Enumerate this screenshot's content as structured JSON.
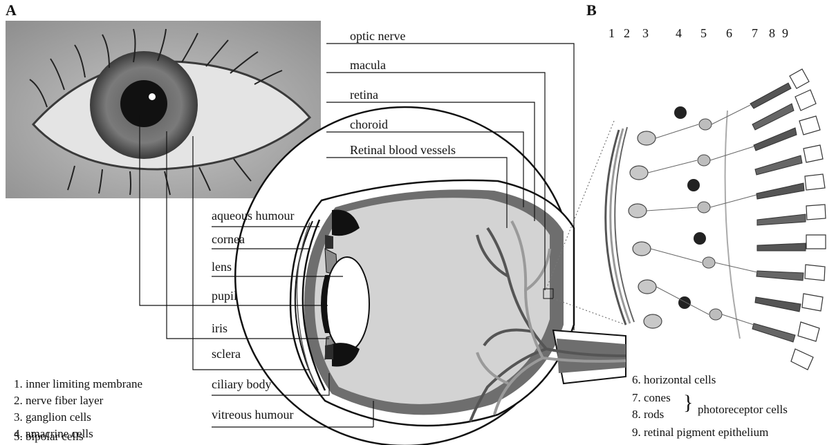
{
  "panels": {
    "a": "A",
    "b": "B"
  },
  "eye_labels": {
    "optic_nerve": "optic nerve",
    "macula": "macula",
    "retina": "retina",
    "choroid": "choroid",
    "retinal_blood_vessels": "Retinal blood vessels",
    "aqueous_humour": "aqueous humour",
    "cornea": "cornea",
    "lens": "lens",
    "pupil": "pupil",
    "iris": "iris",
    "sclera": "sclera",
    "ciliary_body": "ciliary body",
    "vitreous_humour": "vitreous humour"
  },
  "layer_numbers": [
    "1",
    "2",
    "3",
    "4",
    "5",
    "6",
    "7",
    "8",
    "9"
  ],
  "legend_left": [
    "1. inner limiting membrane",
    "2. nerve fiber layer",
    "3. ganglion cells",
    "4. amacrine cells",
    "5. bipolar cells"
  ],
  "legend_right": {
    "horizontal": "6. horizontal cells",
    "cones": "7. cones",
    "rods": "8. rods",
    "photoreceptor": "photoreceptor cells",
    "rpe": "9. retinal pigment epithelium"
  }
}
